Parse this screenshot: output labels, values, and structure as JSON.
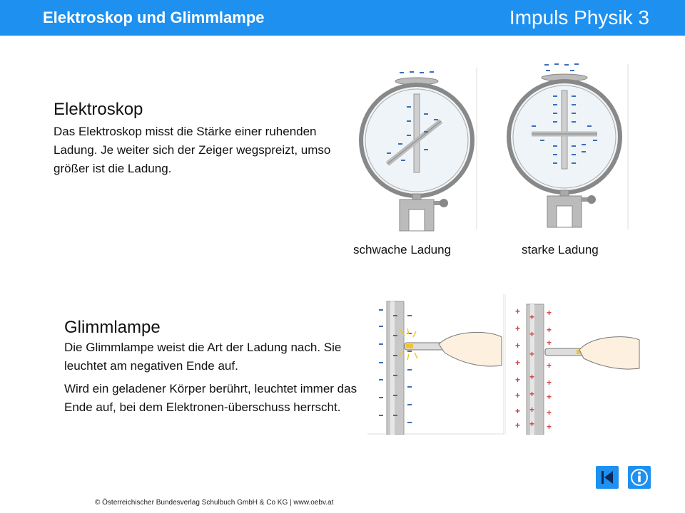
{
  "header": {
    "title": "Elektroskop und Glimmlampe",
    "brand": "Impuls Physik 3"
  },
  "elektroskop": {
    "heading": "Elektroskop",
    "text": "Das Elektroskop misst die Stärke einer ruhenden Ladung. Je weiter sich der Zeiger wegspreizt, umso größer ist die Ladung.",
    "caption_weak": "schwache Ladung",
    "caption_strong": "starke Ladung"
  },
  "glimmlampe": {
    "heading": "Glimmlampe",
    "text1": "Die Glimmlampe weist die Art der Ladung nach. Sie leuchtet am negativen Ende auf.",
    "text2": "Wird ein geladener Körper berührt, leuchtet immer das Ende auf, bei dem Elektronen-überschuss herrscht."
  },
  "footer": {
    "copyright": "© Österreichischer Bundesverlag Schulbuch GmbH & Co KG | www.oebv.at"
  },
  "nav": {
    "back_icon": "skip-back-icon",
    "info_icon": "info-icon"
  },
  "colors": {
    "header_blue": "#1e90f0",
    "charge_negative": "#3a6fb5",
    "charge_positive": "#d43b3b"
  }
}
